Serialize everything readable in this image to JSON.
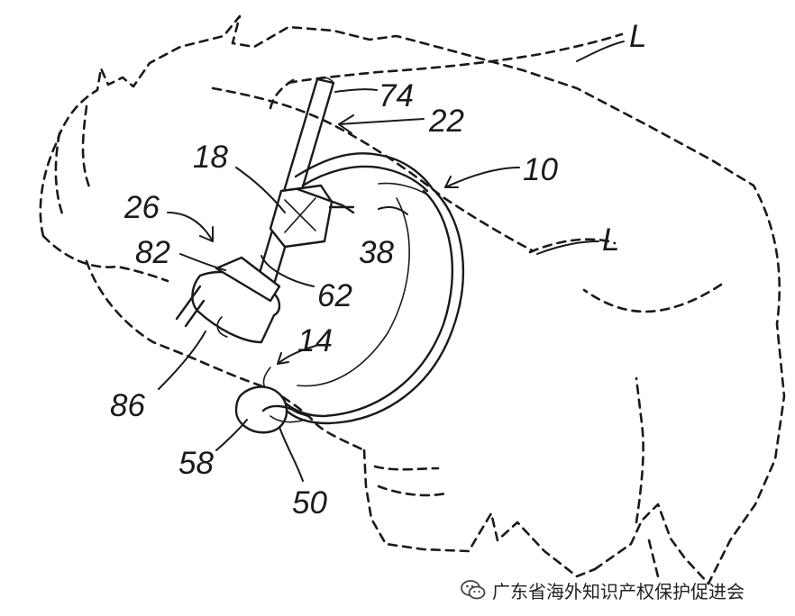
{
  "labels": {
    "l_top": "L",
    "l_mid": "L",
    "n74": "74",
    "n22": "22",
    "n10": "10",
    "n18": "18",
    "n26": "26",
    "n82": "82",
    "n38": "38",
    "n62": "62",
    "n14": "14",
    "n86": "86",
    "n58": "58",
    "n50": "50"
  },
  "watermark": {
    "text": "广东省海外知识产权保护促进会",
    "icon": "wechat-icon"
  }
}
